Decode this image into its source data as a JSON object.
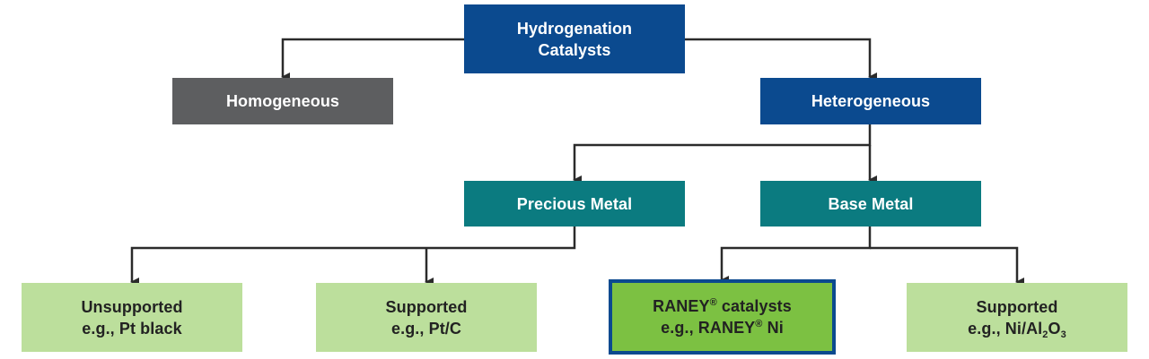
{
  "colors": {
    "root": "#0b4a8f",
    "homogeneous": "#5d5e60",
    "heterogeneous": "#0b4a8f",
    "metal": "#0b7b80",
    "leaf": "#bcdf9c",
    "highlight_fill": "#7cc142",
    "highlight_border": "#0b4a8f",
    "connector": "#2b2b2b"
  },
  "nodes": {
    "root": {
      "line1": "Hydrogenation",
      "line2": "Catalysts"
    },
    "homogeneous": {
      "label": "Homogeneous"
    },
    "heterogeneous": {
      "label": "Heterogeneous"
    },
    "precious_metal": {
      "label": "Precious Metal"
    },
    "base_metal": {
      "label": "Base Metal"
    },
    "unsupported": {
      "line1": "Unsupported",
      "line2": "e.g., Pt black"
    },
    "supported_pt": {
      "line1": "Supported",
      "line2": "e.g., Pt/C"
    },
    "raney": {
      "line1_name": "RANEY",
      "line1_mark": "®",
      "line1_rest": " catalysts",
      "line2_prefix": "e.g., RANEY",
      "line2_mark": "®",
      "line2_suffix": " Ni"
    },
    "supported_ni": {
      "line1": "Supported",
      "line2_prefix": "e.g., Ni/Al",
      "line2_sub1": "2",
      "line2_mid": "O",
      "line2_sub2": "3"
    }
  }
}
